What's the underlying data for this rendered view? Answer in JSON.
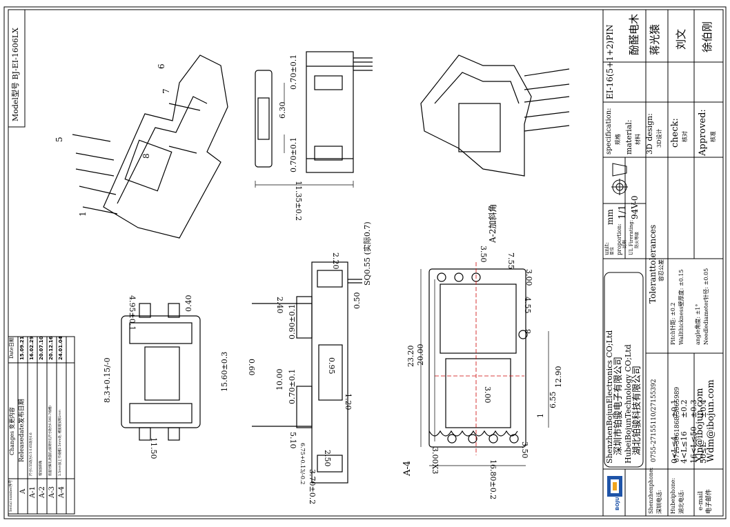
{
  "model": "Model型号 BJ-EI-1606LX",
  "changes": {
    "header_serial": "Serial number序号",
    "header_changes": "Changes 变更内容",
    "header_date": "Date日期",
    "rows": [
      {
        "serial": "A",
        "change": "Releasedate发布日期",
        "date": "15.09.21"
      },
      {
        "serial": "A-1",
        "change": "尺寸0.55改为0.5 0.65改为0.6",
        "date": "16.02.29"
      },
      {
        "serial": "A-2",
        "change": "增加加斜角",
        "date": "20.07.10"
      },
      {
        "serial": "A-3",
        "change": "底座针脚孔改圆孔(保持针孔尺寸改为0.5X0.7线槽)",
        "date": "20.12.16"
      },
      {
        "serial": "A-4",
        "change": "1.5mm加上卡线槽2.5mm处, 槽宽增加到1mm",
        "date": "24.01.04"
      }
    ]
  },
  "title_block": {
    "spec_label": "specification:",
    "spec_cn": "规格",
    "spec_value": "EI-16(5+1+2)PIN",
    "material_label": "material:",
    "material_cn": "材料",
    "material_value": "酚醛电木",
    "design_label": "3D design:",
    "design_cn": "3D设计",
    "design_value": "蒋光猿",
    "check_label": "check:",
    "check_cn": "核对",
    "check_value": "刘文",
    "approved_label": "Approved:",
    "approved_cn": "核准",
    "approved_value": "徐伯刚",
    "unit_label": "unit:",
    "unit_cn": "单位",
    "unit_value": "mm",
    "proportion_label": "proportion:",
    "proportion_cn": "比例",
    "proportion_value": "1/1",
    "fire_label": "UL Firerating:",
    "fire_cn": "防火等级",
    "fire_value": "94V-0",
    "tol_title": "Toleranttolerances",
    "tol_cn": "容忍公差",
    "tol_ranges": [
      "0<L≤4",
      "4<L≤16",
      "16<L≤50",
      "50≤L"
    ],
    "tol_values": [
      "±0.1",
      "±0.2",
      "±0.3",
      "±0.4"
    ],
    "tol_notes": [
      "Pitch针距: ±0.2",
      "Wallthickness壁厚度: ±0.15",
      "angle角度: ±1°",
      "Needlediameter针径: ±0.05"
    ],
    "company_en1": "ShenzhenBojunElectronics CO;Ltd",
    "company_cn1": "深圳市铂骏电子有限公司",
    "company_en2": "HubeiBojunTechnology CO;Ltd",
    "company_cn2": "湖北铂骏科技有限公司",
    "logo_text": "BOJUN",
    "shenzhen_label": "Shenzhenphone:",
    "shenzhen_cn": "深圳电话:",
    "shenzhen_phone": "0755-27155110/27155392",
    "hubei_label": "Hubeiphone:",
    "hubei_cn": "湖北电话:",
    "hubei_phone": "0715-3061868/3065989",
    "email_label": "e-mail",
    "email_cn": "电子邮件",
    "email1": "Xln@ibojun.com",
    "email2": "Wdm@ibojun.com"
  },
  "dims": {
    "side_top": [
      "0.70±0.1",
      "6.30",
      "0.70±0.1",
      "11.35±0.2"
    ],
    "front": [
      "4.95±0.1",
      "0.40",
      "8.3+0.15/-0",
      "15.60±0.3",
      "11.50"
    ],
    "side_mid": [
      "2.20",
      "0.50",
      "SQ0.55 (实际0.7)",
      "2.40",
      "0.90±0.1",
      "0.95",
      "0.60",
      "10.00",
      "0.70±0.1",
      "1.20",
      "5.10",
      "6.75+0.13/-0.2",
      "2.50",
      "3.70±0.2"
    ],
    "bottom": [
      "A-2加斜角",
      "3.50",
      "7.55",
      "3.00",
      "4.55",
      "23.20",
      "20.00",
      "3.00",
      "12.90",
      "6.55",
      "3.00X3",
      "3.50",
      "16.80±0.2"
    ],
    "pins_iso": [
      "5",
      "6",
      "7",
      "8",
      "1"
    ],
    "bottom_marks": [
      "A-4",
      "8",
      "1"
    ]
  }
}
